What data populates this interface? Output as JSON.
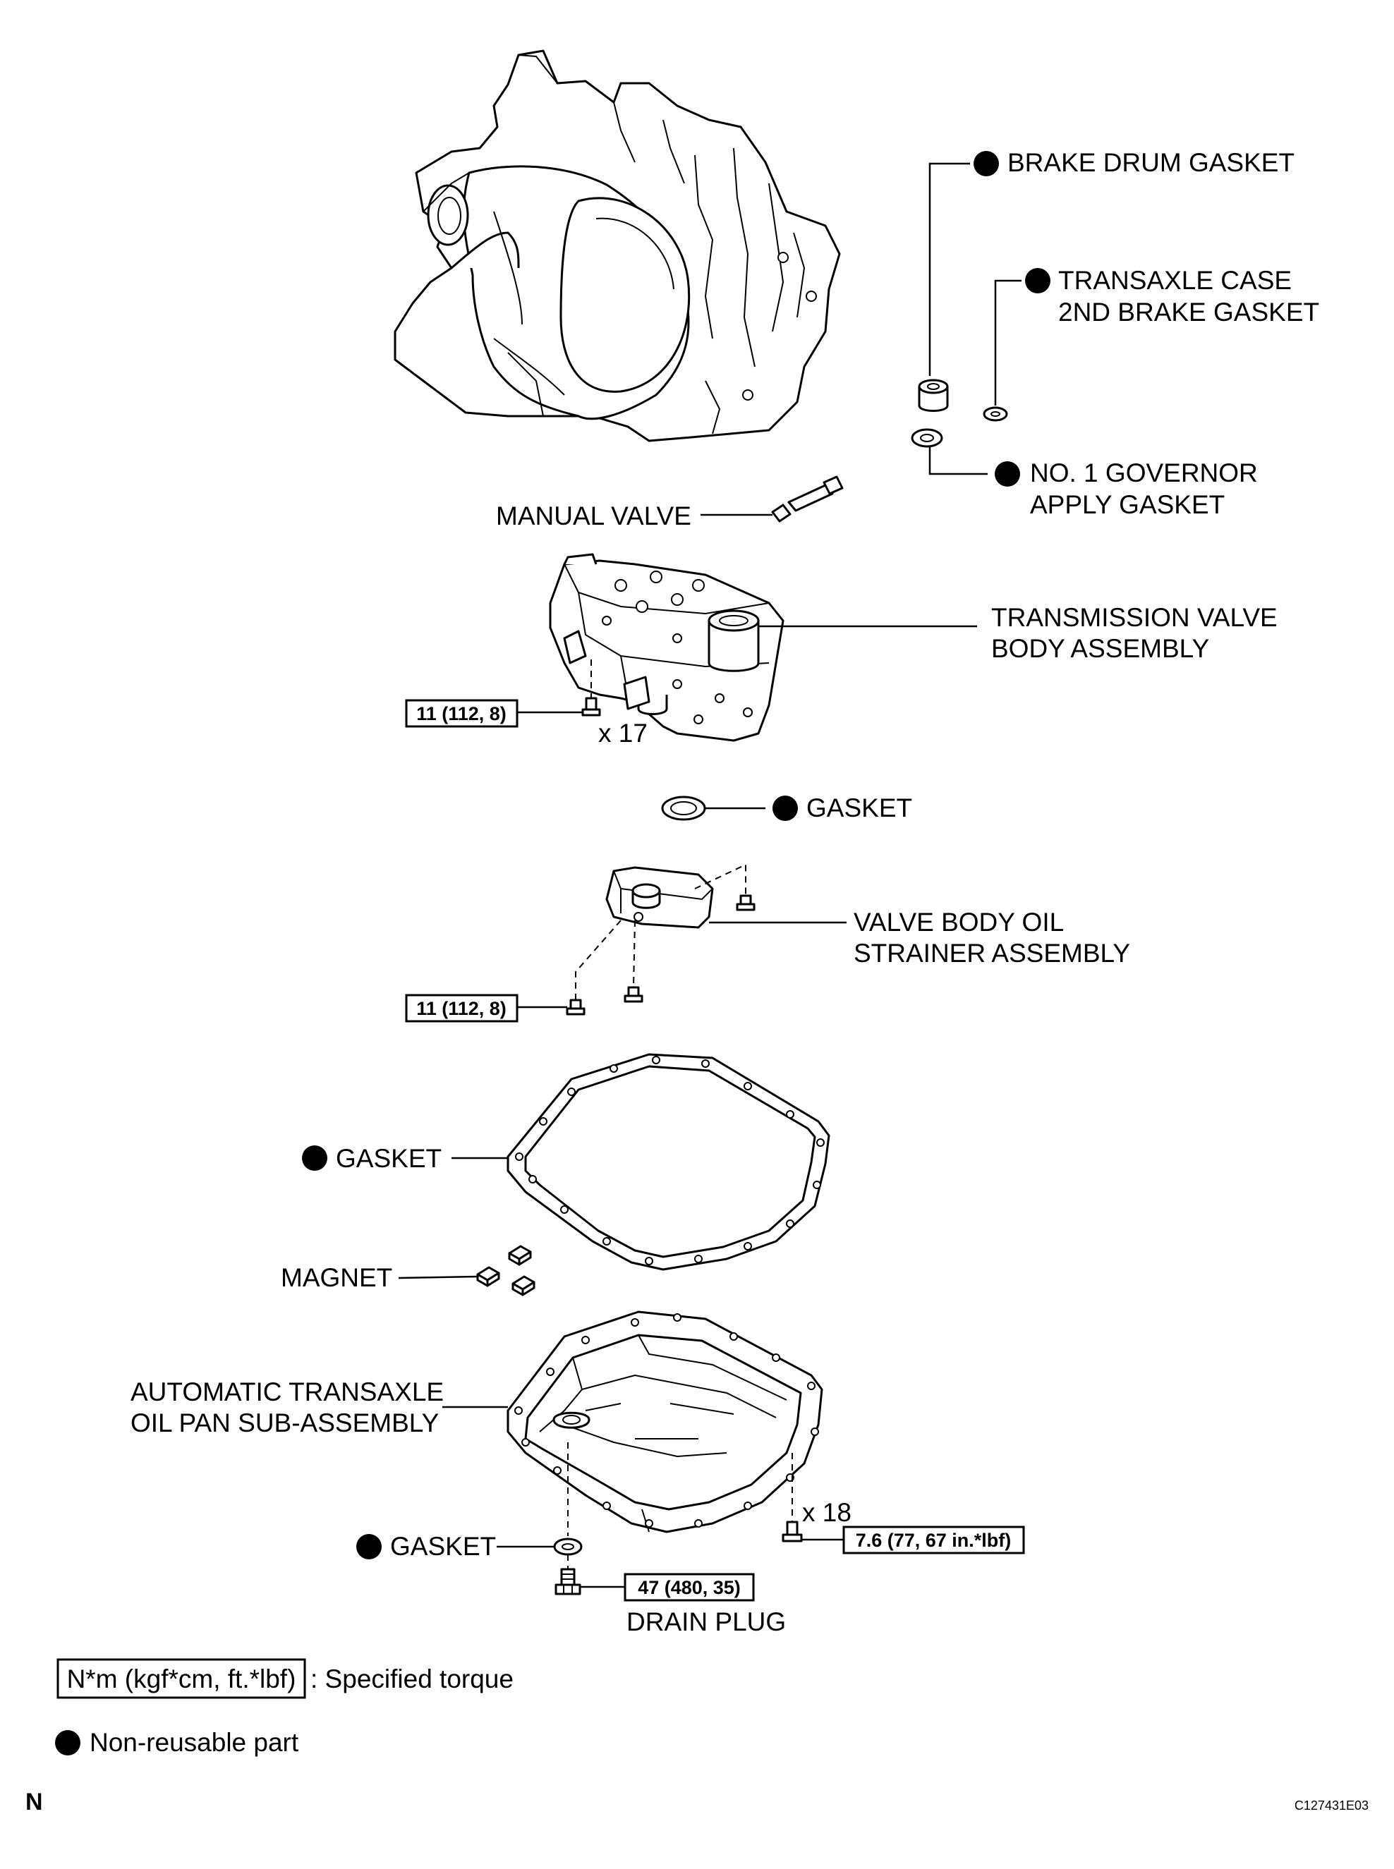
{
  "labels": {
    "brake_drum_gasket": "BRAKE DRUM GASKET",
    "transaxle_case_line1": "TRANSAXLE CASE",
    "transaxle_case_line2": "2ND BRAKE GASKET",
    "governor_line1": "NO. 1 GOVERNOR",
    "governor_line2": "APPLY GASKET",
    "manual_valve": "MANUAL VALVE",
    "valve_body_line1": "TRANSMISSION VALVE",
    "valve_body_line2": "BODY ASSEMBLY",
    "gasket_strainer": "GASKET",
    "strainer_line1": "VALVE BODY OIL",
    "strainer_line2": "STRAINER ASSEMBLY",
    "pan_gasket": "GASKET",
    "magnet": "MAGNET",
    "oil_pan_line1": "AUTOMATIC TRANSAXLE",
    "oil_pan_line2": "OIL PAN SUB-ASSEMBLY",
    "drain_gasket": "GASKET",
    "drain_plug": "DRAIN PLUG"
  },
  "torque": {
    "valve_body_bolts": "11 (112, 8)",
    "valve_body_qty": "x 17",
    "strainer_bolts": "11 (112, 8)",
    "pan_bolts": "7.6 (77, 67 in.*lbf)",
    "pan_qty": "x 18",
    "drain_plug": "47 (480, 35)"
  },
  "legend": {
    "torque_unit": "N*m (kgf*cm, ft.*lbf)",
    "torque_desc": ": Specified torque",
    "nonreusable_desc": "Non-reusable part",
    "nonreusable_marker": "filled-circle-icon"
  },
  "footer": {
    "left_code": "N",
    "figure_id": "C127431E03"
  }
}
